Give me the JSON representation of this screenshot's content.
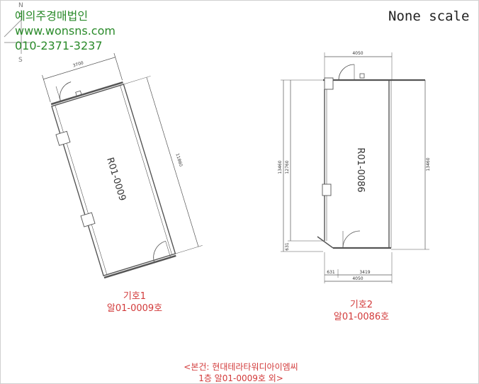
{
  "company": {
    "name": "예의주경매법인",
    "website": "www.wonsns.com",
    "phone": "010-2371-3237"
  },
  "compass": {
    "north": "N",
    "south": "S"
  },
  "scale_label": "None scale",
  "plan1": {
    "unit_id": "R01-0009",
    "dim_width": "3700",
    "dim_length": "11860",
    "caption_line1": "기호1",
    "caption_line2": "알01-0009호"
  },
  "plan2": {
    "unit_id": "R01-0086",
    "dim_top": "4050",
    "dim_left_outer": "13460",
    "dim_left_inner": "12760",
    "dim_right": "13460",
    "dim_small_left": "631",
    "dim_small_bottom_a": "631",
    "dim_small_bottom_b": "3419",
    "dim_bottom": "4050",
    "caption_line1": "기호2",
    "caption_line2": "알01-0086호"
  },
  "note": {
    "line1": "<본건: 현대테라타워디아이엠씨",
    "line2": "1층 알01-0009호 외>"
  },
  "colors": {
    "company_text": "#2a8a2a",
    "caption_text": "#d23a3a",
    "drawing_lines": "#555555"
  }
}
